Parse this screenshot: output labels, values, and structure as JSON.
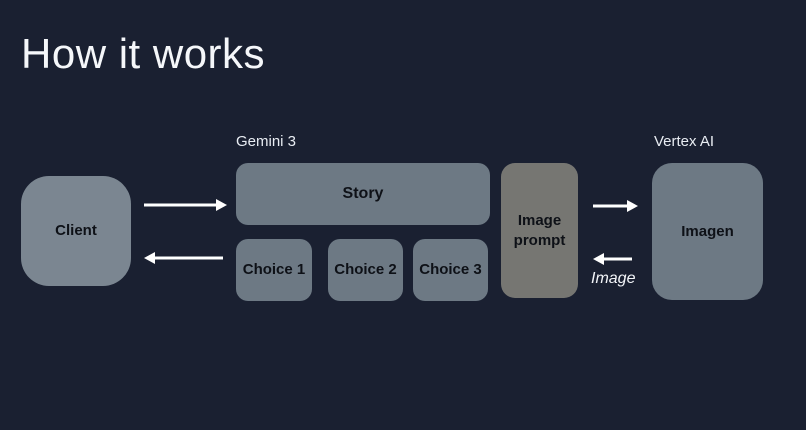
{
  "title": "How it works",
  "colors": {
    "background": "#1a2031",
    "client_box": "#7b8691",
    "gemini_vertex_box": "#6d7984",
    "image_prompt_box": "#767672",
    "box_text": "#0e1117",
    "label_text": "#e9edf3",
    "arrow": "#ffffff"
  },
  "diagram": {
    "client": {
      "label": "Client"
    },
    "gemini": {
      "group_label": "Gemini 3",
      "story_label": "Story",
      "choices": [
        "Choice 1",
        "Choice 2",
        "Choice 3"
      ]
    },
    "image_prompt": {
      "label": "Image prompt"
    },
    "vertex": {
      "group_label": "Vertex AI",
      "imagen_label": "Imagen"
    },
    "arrows": {
      "client_to_gemini": "right",
      "gemini_to_client": "left",
      "prompt_to_imagen": "right",
      "imagen_to_prompt": "left"
    },
    "image_return_label": "Image"
  }
}
